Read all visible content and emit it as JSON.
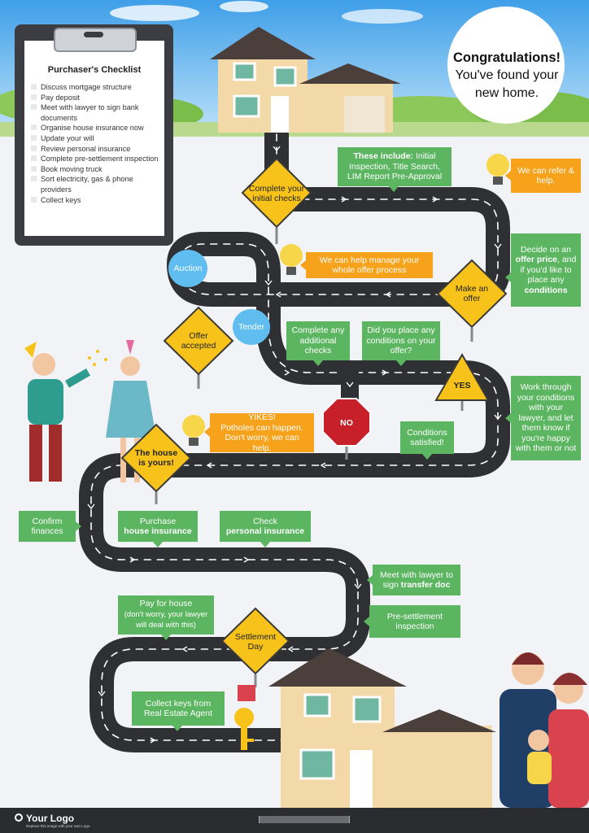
{
  "headline": {
    "line1": "Congratulations!",
    "line2": "You've found your new home."
  },
  "checklist": {
    "title": "Purchaser's Checklist",
    "items": [
      "Discuss mortgage structure",
      "Pay deposit",
      "Meet with lawyer to sign bank documents",
      "Organise house insurance now",
      "Update your will",
      "Review personal insurance",
      "Complete pre-settlement inspection",
      "Book moving truck",
      "Sort electricity, gas & phone providers",
      "Collect keys"
    ]
  },
  "signs": {
    "complete_checks": "Complete your initial checks",
    "make_offer": "Make an offer",
    "offer_accepted": "Offer accepted",
    "house_yours": "The house is yours!",
    "yes": "YES",
    "no": "NO",
    "settlement": "Settlement Day",
    "auction": "Auction",
    "tender": "Tender"
  },
  "callouts": {
    "inspections_bold": "These include:",
    "inspections_text": "Initial Inspection, Title Search, LIM Report Pre-Approval",
    "offer_a": "Decide on an",
    "offer_b": "offer price",
    "offer_c": ", and if you'd like to place any",
    "offer_d": "conditions",
    "complete_conditions": "Complete any additional checks",
    "place_conditions": "Did you place any conditions on your offer?",
    "work_through": "Work through your conditions with your lawyer, and let them know if you're happy with them or not",
    "conditions_satisfied": "Conditions satisfied!",
    "confirm_finances": "Confirm finances",
    "purchase_a": "Purchase",
    "purchase_b": "house insurance",
    "check_a": "Check",
    "check_b": "personal insurance",
    "lawyer_a": "Meet with lawyer to sign",
    "lawyer_b": "transfer doc",
    "pre_settlement": "Pre-settlement inspection",
    "pay_house_a": "Pay for house",
    "pay_house_b": "(don't worry, your lawyer will deal with this)",
    "collect_keys": "Collect keys from Real Estate Agent"
  },
  "tips": {
    "refer": "We can refer & help.",
    "manage": "We can help manage your whole offer process",
    "yikes_a": "YIKES!",
    "yikes_b": "Potholes can happen. Don't worry, we can help."
  },
  "footer": {
    "logo": "Your Logo",
    "logo_sub": "Replace this image with your own Logo."
  },
  "colors": {
    "road": "#2f3033",
    "green": "#5cb661",
    "orange": "#f7a21b",
    "sign": "#f7c31a",
    "sky": "#5fbdf0",
    "stop": "#c8202a"
  }
}
